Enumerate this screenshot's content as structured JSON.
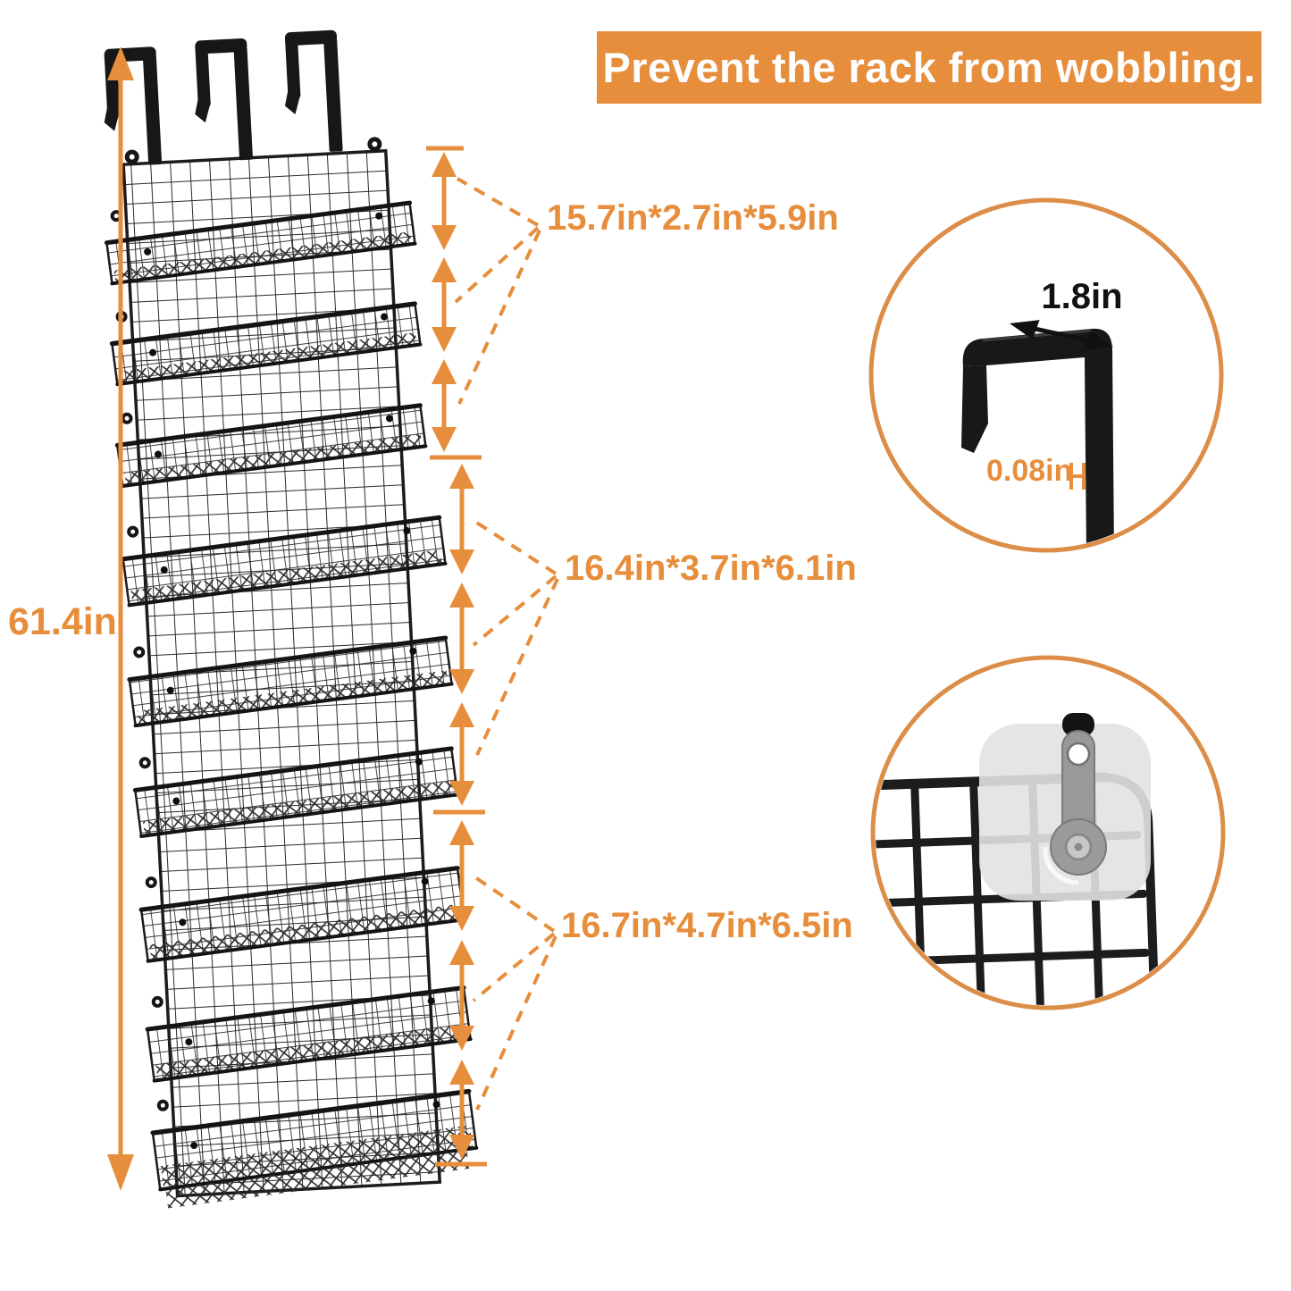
{
  "banner": {
    "text": "Prevent the rack from wobbling."
  },
  "rack_diagram": {
    "total_height_label": "61.4in",
    "tier_size_labels": [
      {
        "text": "15.7in*2.7in*5.9in"
      },
      {
        "text": "16.4in*3.7in*6.1in"
      },
      {
        "text": "16.7in*4.7in*6.5in"
      }
    ],
    "basket_count": 9,
    "door_hook_count": 3,
    "measured_segments_per_size": 3
  },
  "hook_inset": {
    "width_label": "1.8in",
    "thickness_label": "0.08in"
  },
  "colors": {
    "accent_orange": "#E78E3C",
    "inset_ring_orange": "#DC8E49",
    "banner_background": "#E78E3C",
    "banner_text": "#FFFFFF",
    "metal_black": "#1A1A1A",
    "pad_gray": "#E2E2E2"
  }
}
